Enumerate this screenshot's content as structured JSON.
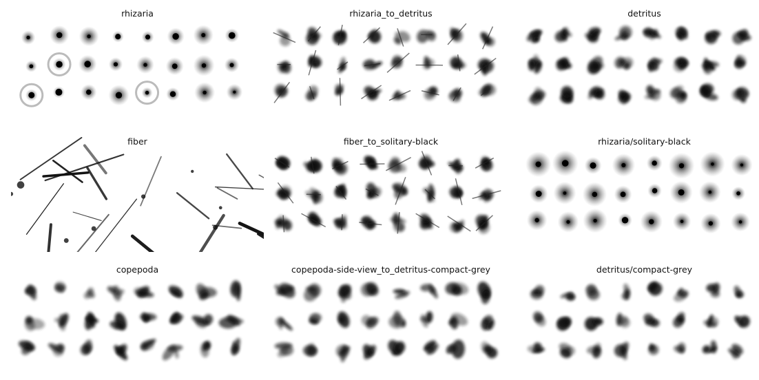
{
  "panels": [
    {
      "title": "rhizaria",
      "style": "round"
    },
    {
      "title": "rhizaria_to_detritus",
      "style": "mixed"
    },
    {
      "title": "detritus",
      "style": "irregular"
    },
    {
      "title": "fiber",
      "style": "fiber"
    },
    {
      "title": "fiber_to_solitary-black",
      "style": "fibermix"
    },
    {
      "title": "rhizaria/solitary-black",
      "style": "blur"
    },
    {
      "title": "copepoda",
      "style": "elongated"
    },
    {
      "title": "copepoda-side-view_to_detritus-compact-grey",
      "style": "sideview"
    },
    {
      "title": "detritus/compact-grey",
      "style": "compact"
    }
  ]
}
